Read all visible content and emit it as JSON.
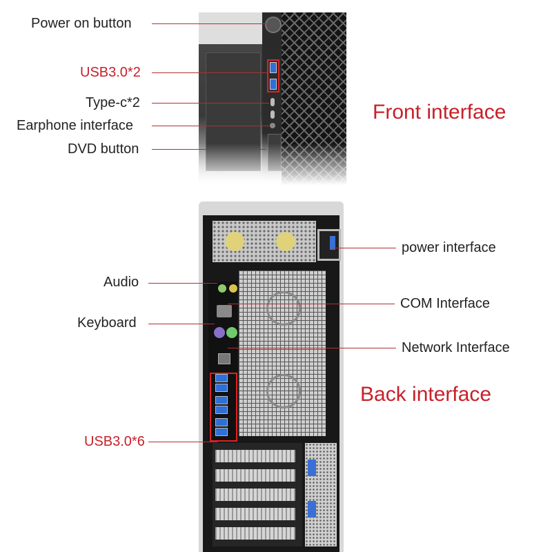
{
  "front_section": {
    "title": "Front interface",
    "labels": {
      "power_on_button": "Power on button",
      "usb": "USB3.0*2",
      "type_c": "Type-c*2",
      "earphone": "Earphone interface",
      "dvd_button": "DVD button"
    }
  },
  "back_section": {
    "title": "Back interface",
    "labels": {
      "power_interface": "power interface",
      "audio": "Audio",
      "com": "COM Interface",
      "keyboard": "Keyboard",
      "network": "Network Interface",
      "usb": "USB3.0*6"
    }
  },
  "colors": {
    "accent_red": "#c8202a",
    "text_dark": "#222222",
    "usb_blue": "#2e6fd8"
  }
}
